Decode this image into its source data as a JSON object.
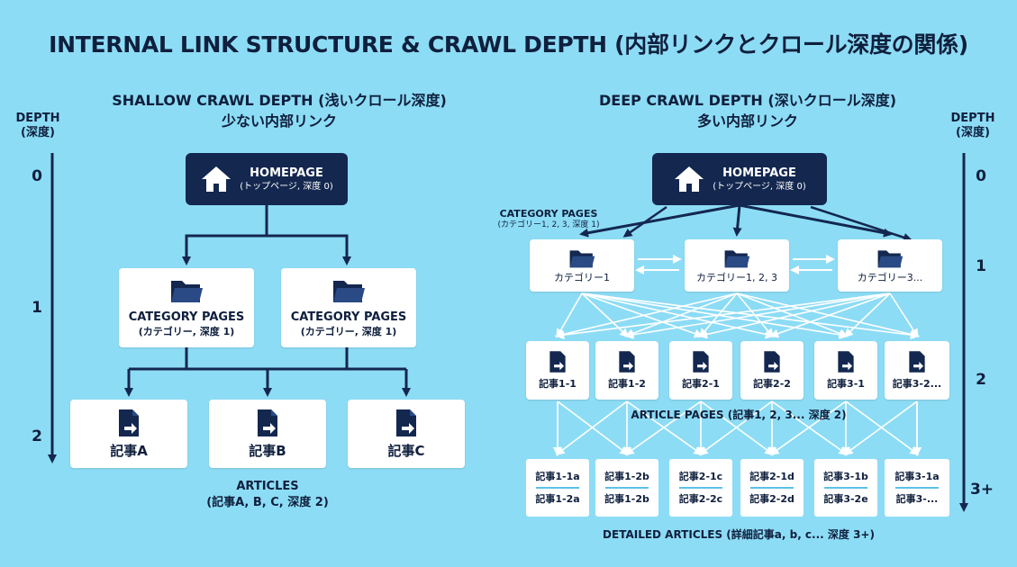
{
  "title": "INTERNAL LINK STRUCTURE & CRAWL DEPTH (内部リンクとクロール深度の関係)",
  "left": {
    "heading": "SHALLOW CRAWL DEPTH (浅いクロール深度)",
    "subheading": "少ない内部リンク",
    "depth_label_line1": "DEPTH",
    "depth_label_line2": "(深度)",
    "depth_levels": [
      "0",
      "1",
      "2"
    ],
    "homepage": {
      "label": "HOMEPAGE",
      "sub": "(トップページ, 深度 0)"
    },
    "categories": [
      {
        "label": "CATEGORY PAGES",
        "sub": "(カテゴリー, 深度 1)"
      },
      {
        "label": "CATEGORY PAGES",
        "sub": "(カテゴリー, 深度 1)"
      }
    ],
    "articles": [
      "記事A",
      "記事B",
      "記事C"
    ],
    "caption_line1": "ARTICLES",
    "caption_line2": "(記事A, B, C, 深度 2)"
  },
  "right": {
    "heading": "DEEP CRAWL DEPTH (深いクロール深度)",
    "subheading": "多い内部リンク",
    "depth_label_line1": "DEPTH",
    "depth_label_line2": "(深度)",
    "depth_levels": [
      "0",
      "1",
      "2",
      "3+"
    ],
    "homepage": {
      "label": "HOMEPAGE",
      "sub": "(トップページ, 深度 0)"
    },
    "category_caption_line1": "CATEGORY PAGES",
    "category_caption_line2": "(カテゴリー1, 2, 3, 深度 1)",
    "categories": [
      "カテゴリー1",
      "カテゴリー1, 2, 3",
      "カテゴリー3..."
    ],
    "articles": [
      "記事1-1",
      "記事1-2",
      "記事2-1",
      "記事2-2",
      "記事3-1",
      "記事3-2..."
    ],
    "article_caption": "ARTICLE PAGES (記事1, 2, 3... 深度 2)",
    "detailed": [
      {
        "top": "記事1-1a",
        "bottom": "記事1-2a"
      },
      {
        "top": "記事1-2b",
        "bottom": "記事1-2b"
      },
      {
        "top": "記事2-1c",
        "bottom": "記事2-2c"
      },
      {
        "top": "記事2-1d",
        "bottom": "記事2-2d"
      },
      {
        "top": "記事3-1b",
        "bottom": "記事3-2e"
      },
      {
        "top": "記事3-1a",
        "bottom": "記事3-..."
      }
    ],
    "detailed_caption": "DETAILED ARTICLES (詳細記事a, b, c... 深度 3+)"
  },
  "colors": {
    "background": "#8ddcf5",
    "navy": "#13274f",
    "card": "#ffffff",
    "white_arrow": "#ffffff",
    "separator": "#5cc2e8"
  },
  "icons": {
    "homepage": "house-icon",
    "category": "folder-icon",
    "article": "document-arrow-icon"
  }
}
